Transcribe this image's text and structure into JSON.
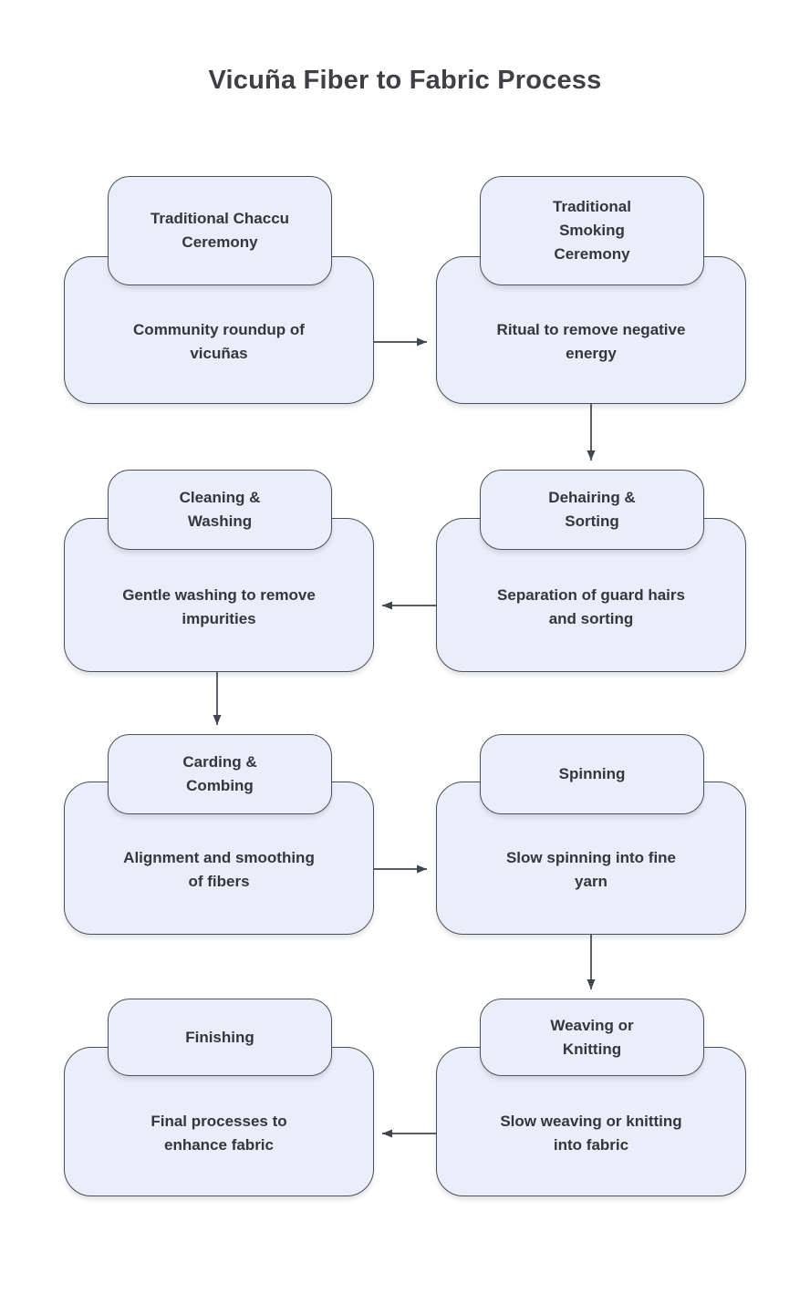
{
  "title": "Vicuña Fiber to Fabric Process",
  "colors": {
    "background": "#ffffff",
    "box_fill": "#e9effa",
    "box_border": "#4a5158",
    "text": "#32373c",
    "title_text": "#3e4045",
    "arrow": "#40474e"
  },
  "steps": [
    {
      "id": "chaccu",
      "title": "Traditional Chaccu\nCeremony",
      "description": "Community roundup of\nvicuñas"
    },
    {
      "id": "smoking",
      "title": "Traditional\nSmoking\nCeremony",
      "description": "Ritual to remove negative\nenergy"
    },
    {
      "id": "dehairing",
      "title": "Dehairing &\nSorting",
      "description": "Separation of guard hairs\nand sorting"
    },
    {
      "id": "cleaning",
      "title": "Cleaning &\nWashing",
      "description": "Gentle washing to remove\nimpurities"
    },
    {
      "id": "carding",
      "title": "Carding &\nCombing",
      "description": "Alignment and smoothing\nof fibers"
    },
    {
      "id": "spinning",
      "title": "Spinning",
      "description": "Slow spinning into fine\nyarn"
    },
    {
      "id": "weaving",
      "title": "Weaving or\nKnitting",
      "description": "Slow weaving or knitting\ninto fabric"
    },
    {
      "id": "finishing",
      "title": "Finishing",
      "description": "Final processes to\nenhance fabric"
    }
  ],
  "connections": [
    {
      "from": "chaccu",
      "to": "smoking"
    },
    {
      "from": "smoking",
      "to": "dehairing"
    },
    {
      "from": "dehairing",
      "to": "cleaning"
    },
    {
      "from": "cleaning",
      "to": "carding"
    },
    {
      "from": "carding",
      "to": "spinning"
    },
    {
      "from": "spinning",
      "to": "weaving"
    },
    {
      "from": "weaving",
      "to": "finishing"
    }
  ]
}
